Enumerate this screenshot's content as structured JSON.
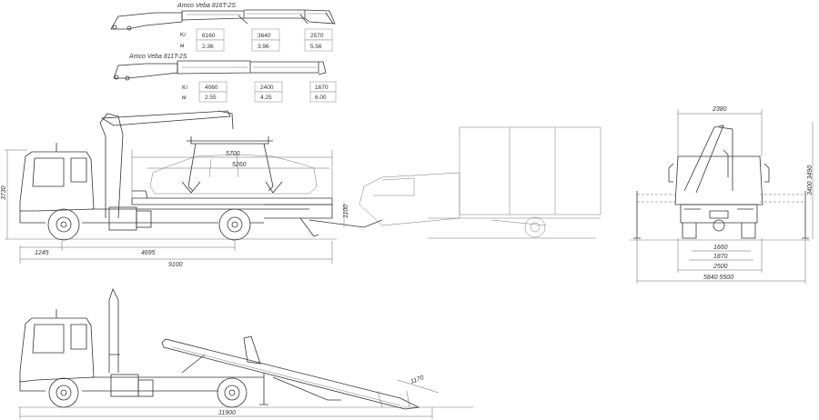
{
  "cranes": [
    {
      "name": "Amco Veba 816T-2S",
      "row_labels": [
        "Kг",
        "м"
      ],
      "cols": [
        [
          "6160",
          "2.36"
        ],
        [
          "3640",
          "3.96"
        ],
        [
          "2570",
          "5.56"
        ]
      ]
    },
    {
      "name": "Amco Veba 811T-2S",
      "row_labels": [
        "Kг",
        "м"
      ],
      "cols": [
        [
          "4060",
          "2.55"
        ],
        [
          "2400",
          "4.25"
        ],
        [
          "1670",
          "6.00"
        ]
      ]
    }
  ],
  "side_view": {
    "height": "3730",
    "platform_length": "5700",
    "car_length": "5260",
    "tow_height": "1100",
    "front_overhang": "1245",
    "wheelbase": "4695",
    "total_length": "9100"
  },
  "front_view": {
    "width": "2380",
    "height": "3400 3490",
    "track_front": "1660",
    "track_rear": "1870",
    "width_body": "2500",
    "outrigger_span": "5840 5500"
  },
  "tilt_view": {
    "total_length": "11900",
    "ramp_length": "1170"
  }
}
